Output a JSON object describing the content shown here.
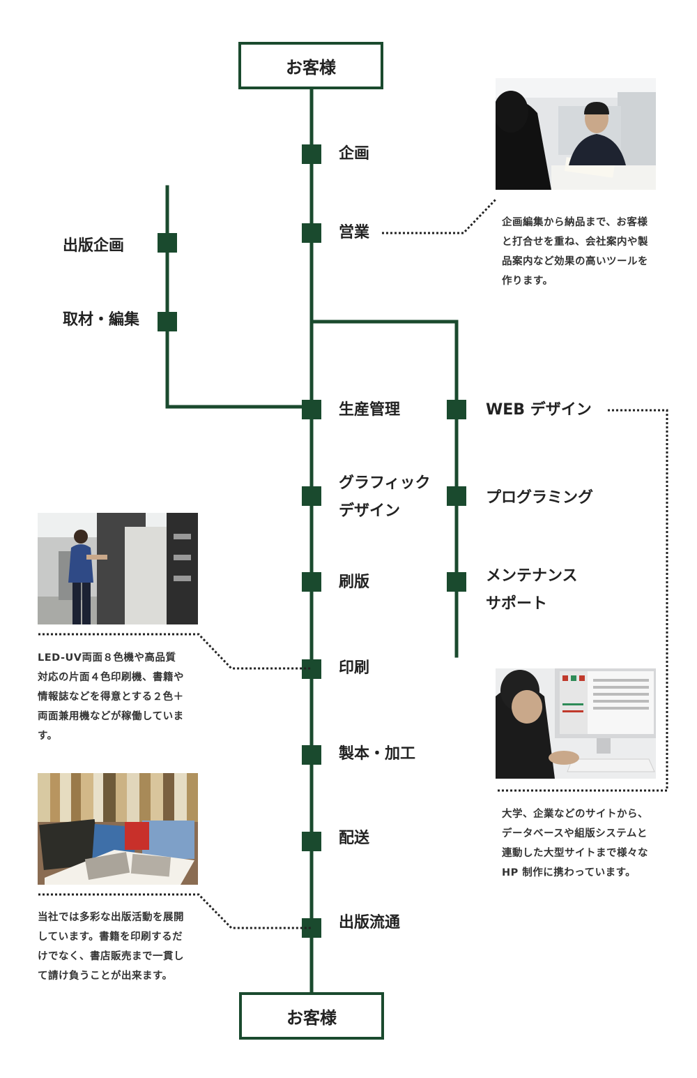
{
  "top_node": "お客様",
  "bottom_node": "お客様",
  "main_steps": {
    "kikaku": "企画",
    "eigyo": "営業",
    "seisan": "生産管理",
    "graphic_1": "グラフィック",
    "graphic_2": "デザイン",
    "sappan": "刷版",
    "insatsu": "印刷",
    "seihon": "製本・加工",
    "haiso": "配送",
    "shuppan_ryutsu": "出版流通"
  },
  "left_branch": {
    "shuppan_kikaku": "出版企画",
    "shuzai": "取材・編集"
  },
  "web_branch": {
    "web_design": "WEB デザイン",
    "programming": "プログラミング",
    "maint_1": "メンテナンス",
    "maint_2": "サポート"
  },
  "descriptions": {
    "sales": [
      "企画編集から納品まで、お客様",
      "と打合せを重ね、会社案内や製",
      "品案内など効果の高いツールを",
      "作ります。"
    ],
    "printing": [
      "LED-UV両面８色機や高品質",
      "対応の片面４色印刷機、書籍や",
      "情報誌などを得意とする２色＋",
      "両面兼用機などが稼働していま",
      "す。"
    ],
    "publishing": [
      "当社では多彩な出版活動を展開",
      "しています。書籍を印刷するだ",
      "けでなく、書店販売まで一貫し",
      "て請け負うことが出来ます。"
    ],
    "web": [
      "大学、企業などのサイトから、",
      "データベースや組版システムと",
      "連動した大型サイトまで様々な",
      "HP 制作に携わっています。"
    ]
  },
  "colors": {
    "line": "#1a4a2e",
    "text": "#222222"
  }
}
